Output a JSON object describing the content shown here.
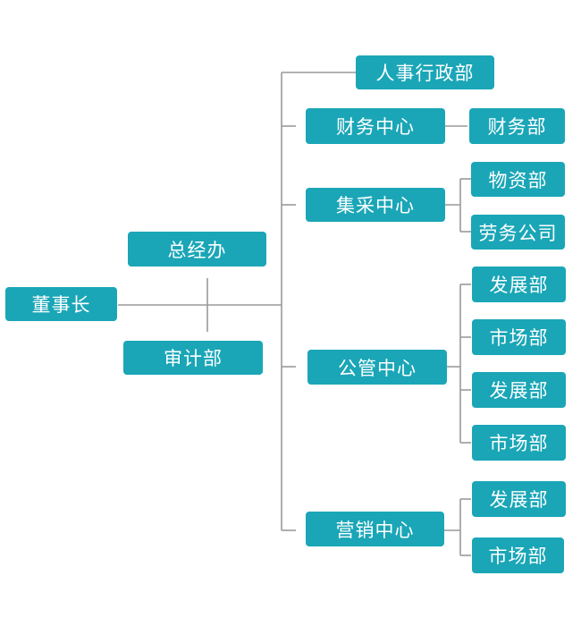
{
  "chart": {
    "root": "董事长",
    "support": [
      "总经办",
      "审计部"
    ],
    "divisions": [
      {
        "name": "人事行政部",
        "departments": []
      },
      {
        "name": "财务中心",
        "departments": [
          "财务部"
        ]
      },
      {
        "name": "集采中心",
        "departments": [
          "物资部",
          "劳务公司"
        ]
      },
      {
        "name": "公管中心",
        "departments": [
          "发展部",
          "市场部",
          "发展部",
          "市场部"
        ]
      },
      {
        "name": "营销中心",
        "departments": [
          "发展部",
          "市场部"
        ]
      }
    ]
  },
  "colors": {
    "node_fill": "#1aa6b7",
    "node_text": "#ffffff",
    "connector": "#9a9a9a"
  }
}
